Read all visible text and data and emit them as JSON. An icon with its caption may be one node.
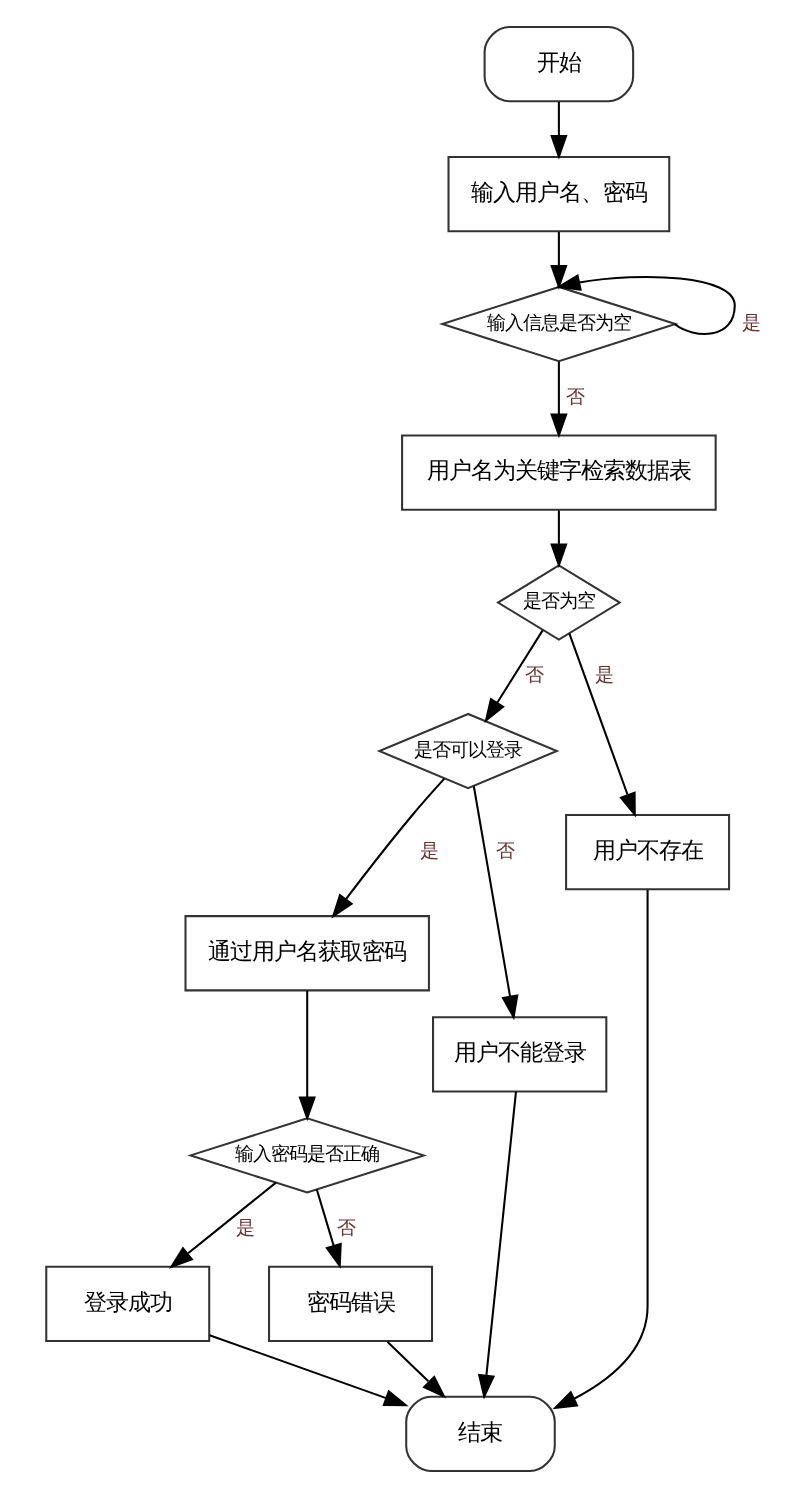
{
  "diagram": {
    "nodes": [
      {
        "text": [
          "开始"
        ]
      },
      {
        "text": [
          "输入用户名、密码"
        ]
      },
      {
        "text": [
          "输入信息是否为空"
        ]
      },
      {
        "text": [
          "用户名为关键字检索数据表"
        ]
      },
      {
        "text": [
          "是否为空"
        ]
      },
      {
        "text": [
          "是否可以登录"
        ]
      },
      {
        "text": [
          "用户不存在"
        ]
      },
      {
        "text": [
          "通过用户名获取密码"
        ]
      },
      {
        "text": [
          "用户不能登录"
        ]
      },
      {
        "text": [
          "输入密码是否正确"
        ]
      },
      {
        "text": [
          "登录成功"
        ]
      },
      {
        "text": [
          "密码错误"
        ]
      },
      {
        "text": [
          "结束"
        ]
      }
    ],
    "edges": [
      {
        "from": 0,
        "to": 1,
        "arrow": "to"
      },
      {
        "from": 1,
        "to": 2,
        "arrow": "to"
      },
      {
        "from": 2,
        "to": 2,
        "arrow": "to",
        "label": "是"
      },
      {
        "from": 2,
        "to": 3,
        "arrow": "to",
        "label": "否"
      },
      {
        "from": 3,
        "to": 4,
        "arrow": "to"
      },
      {
        "from": 4,
        "to": 6,
        "arrow": "to",
        "label": "是"
      },
      {
        "from": 4,
        "to": 5,
        "arrow": "to",
        "label": "否"
      },
      {
        "from": 5,
        "to": 7,
        "arrow": "to",
        "label": "是"
      },
      {
        "from": 5,
        "to": 8,
        "arrow": "to",
        "label": "否"
      },
      {
        "from": 7,
        "to": 9,
        "arrow": "to"
      },
      {
        "from": 9,
        "to": 10,
        "arrow": "to",
        "label": "是"
      },
      {
        "from": 9,
        "to": 11,
        "arrow": "to",
        "label": "否"
      },
      {
        "from": 6,
        "to": 12,
        "arrow": "to"
      },
      {
        "from": 10,
        "to": 12,
        "arrow": "to"
      },
      {
        "from": 11,
        "to": 12,
        "arrow": "to"
      },
      {
        "from": 8,
        "to": 12,
        "arrow": "to"
      }
    ]
  }
}
